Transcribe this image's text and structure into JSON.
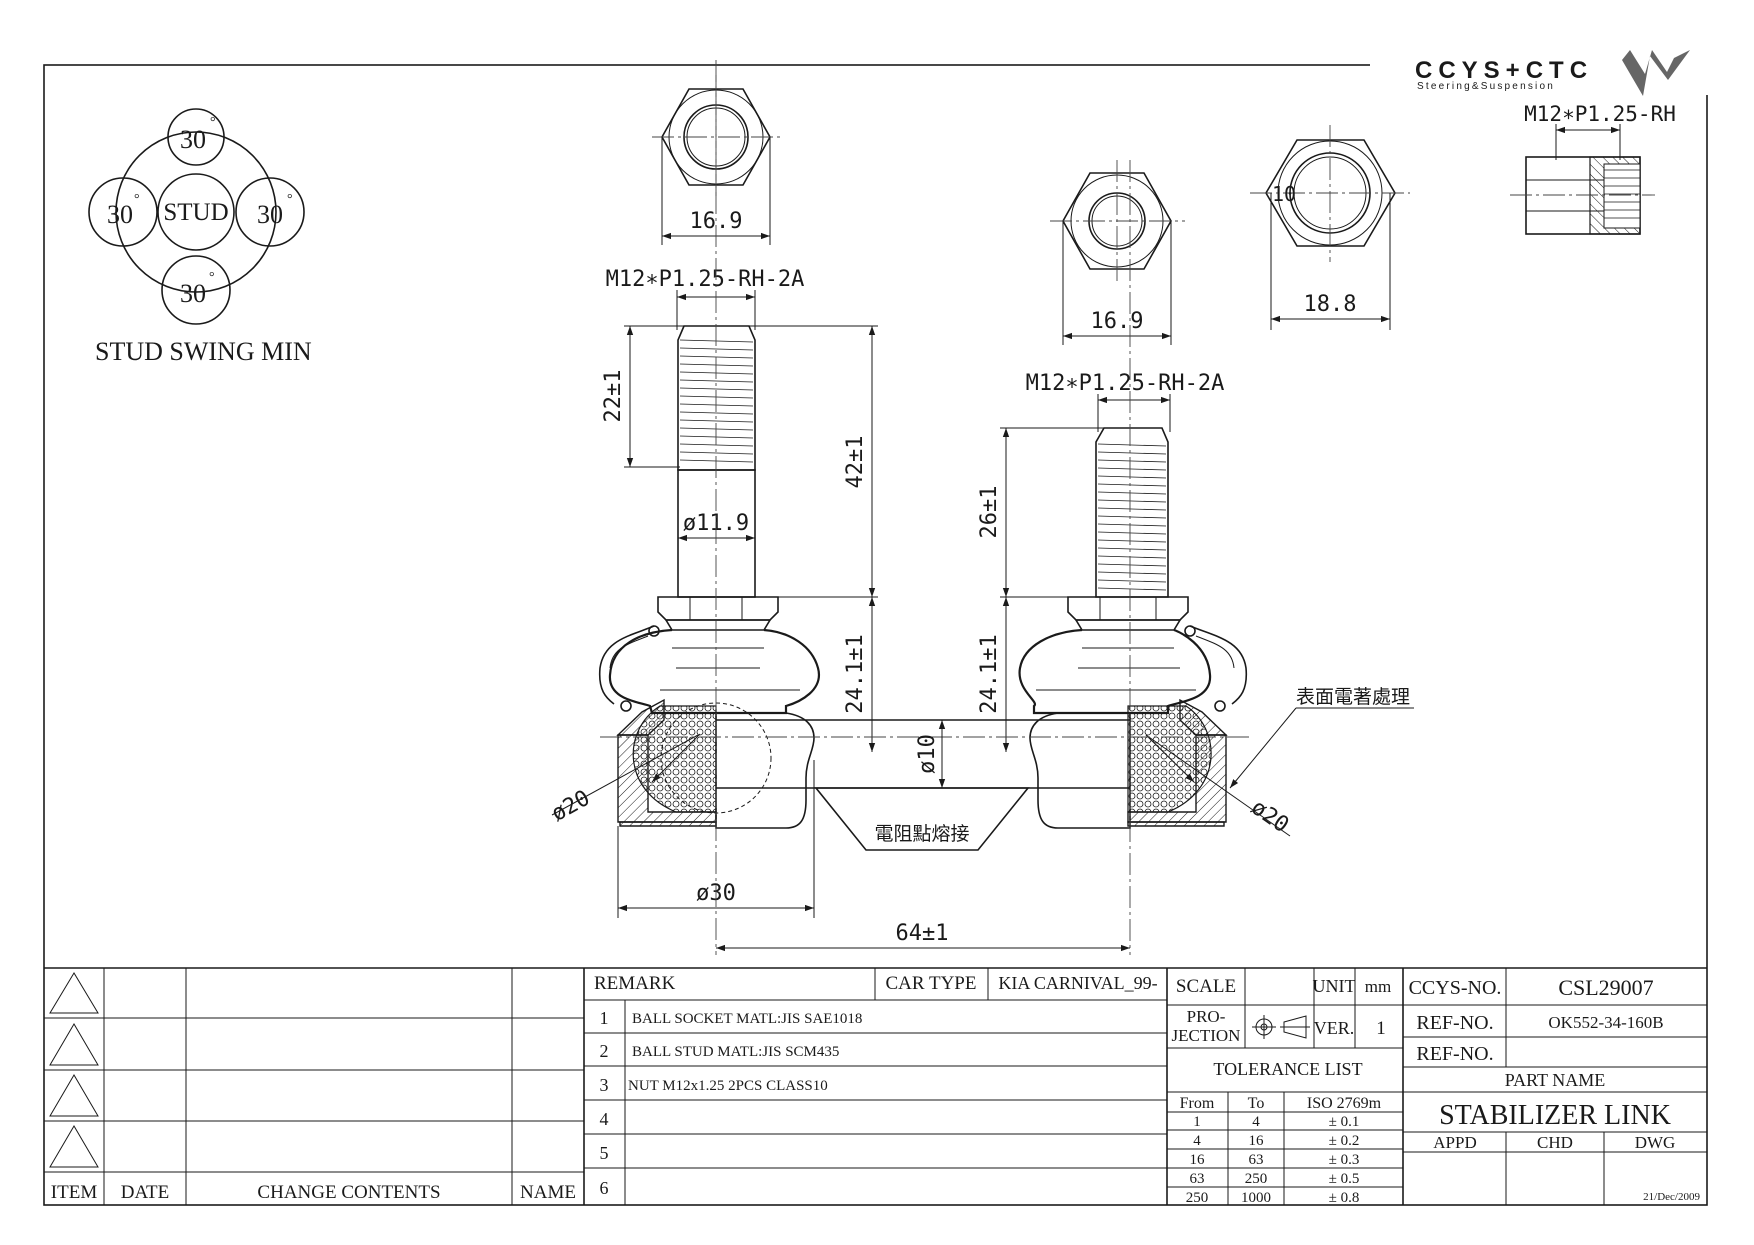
{
  "logo": {
    "brand": "CCYS+CTC",
    "tagline": "Steering&Suspension"
  },
  "stud_swing": {
    "title": "STUD SWING MIN",
    "center_label": "STUD",
    "angles": [
      {
        "id": "top",
        "value": "30",
        "unit": "°"
      },
      {
        "id": "left",
        "value": "30",
        "unit": "°"
      },
      {
        "id": "right",
        "value": "30",
        "unit": "°"
      },
      {
        "id": "bottom",
        "value": "30",
        "unit": "°"
      }
    ]
  },
  "dimensions": {
    "hex_left_width": "16.9",
    "thread_left": "M12∗P1.25-RH-2A",
    "thread_length_left": "22±1",
    "stud_length_left": "42±1",
    "shank_dia": "ø11.9",
    "ball_height_left": "24.1±1",
    "ball_dia_left": "ø20",
    "socket_dia": "ø30",
    "center_distance": "64±1",
    "bar_dia": "ø10",
    "hex_right_width": "16.9",
    "thread_right": "M12∗P1.25-RH-2A",
    "thread_length_right": "26±1",
    "ball_height_right": "24.1±1",
    "ball_dia_right": "ø20",
    "nut_width": "18.8",
    "nut_class": "10",
    "nut_thread": "M12∗P1.25-RH",
    "surface_note": "表面電著處理",
    "weld_note": "電阻點熔接"
  },
  "revision_table": {
    "headers": {
      "item": "ITEM",
      "date": "DATE",
      "change": "CHANGE CONTENTS",
      "name": "NAME"
    },
    "rows": [
      {
        "item": "",
        "date": "",
        "change": "",
        "name": ""
      },
      {
        "item": "",
        "date": "",
        "change": "",
        "name": ""
      },
      {
        "item": "",
        "date": "",
        "change": "",
        "name": ""
      },
      {
        "item": "",
        "date": "",
        "change": "",
        "name": ""
      }
    ]
  },
  "remark": {
    "label": "REMARK",
    "car_type_label": "CAR TYPE",
    "car_type": "KIA CARNIVAL_99-",
    "items": [
      {
        "no": "1",
        "text": "BALL SOCKET MATL:JIS  SAE1018"
      },
      {
        "no": "2",
        "text": "BALL STUD MATL:JIS SCM435"
      },
      {
        "no": "3",
        "text": "NUT M12x1.25 2PCS CLASS10"
      },
      {
        "no": "4",
        "text": ""
      },
      {
        "no": "5",
        "text": ""
      },
      {
        "no": "6",
        "text": ""
      }
    ]
  },
  "scale_block": {
    "scale_label": "SCALE",
    "unit_label": "UNIT",
    "unit": "mm",
    "projection_label_1": "PRO-",
    "projection_label_2": "JECTION",
    "ver_label": "VER.",
    "ver": "1"
  },
  "tolerance": {
    "title": "TOLERANCE LIST",
    "headers": {
      "from": "From",
      "to": "To",
      "std": "ISO 2769m"
    },
    "rows": [
      {
        "from": "1",
        "to": "4",
        "tol": "± 0.1"
      },
      {
        "from": "4",
        "to": "16",
        "tol": "± 0.2"
      },
      {
        "from": "16",
        "to": "63",
        "tol": "± 0.3"
      },
      {
        "from": "63",
        "to": "250",
        "tol": "± 0.5"
      },
      {
        "from": "250",
        "to": "1000",
        "tol": "± 0.8"
      }
    ]
  },
  "title_block": {
    "ccys_no_label": "CCYS-NO.",
    "ccys_no": "CSL29007",
    "ref_no_label": "REF-NO.",
    "ref_no": "OK552-34-160B",
    "ref_no2_label": "REF-NO.",
    "ref_no2": "",
    "part_name_label": "PART NAME",
    "part_name": "STABILIZER LINK",
    "appd_label": "APPD",
    "chd_label": "CHD",
    "dwg_label": "DWG",
    "date": "21/Dec/2009"
  }
}
